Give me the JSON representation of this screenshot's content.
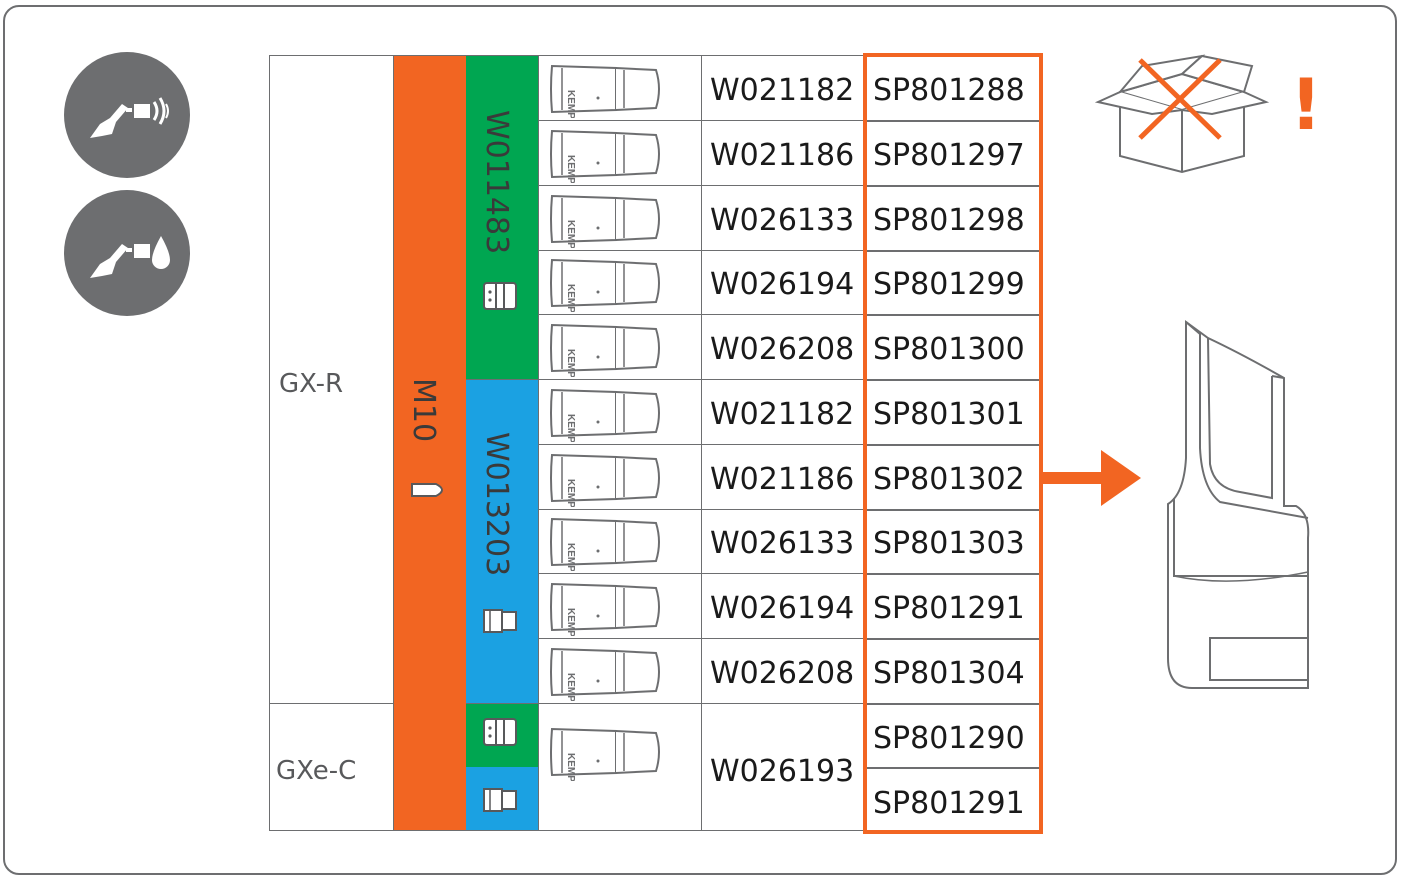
{
  "colors": {
    "orange": "#f26522",
    "green": "#00a651",
    "blue": "#1ba1e2",
    "grey": "#6d6e70"
  },
  "icons": {
    "mode_icons": [
      "torch-wireless-icon",
      "torch-liquid-cooled-icon"
    ]
  },
  "table": {
    "families": [
      {
        "label": "GX-R"
      },
      {
        "label": "GXe-C"
      }
    ],
    "thread_label": "M10",
    "groups": [
      {
        "code": "W011483",
        "color": "green"
      },
      {
        "code": "W013203",
        "color": "blue"
      }
    ],
    "rows": [
      {
        "nozzle": "W021182",
        "sp": "SP801288"
      },
      {
        "nozzle": "W021186",
        "sp": "SP801297"
      },
      {
        "nozzle": "W026133",
        "sp": "SP801298"
      },
      {
        "nozzle": "W026194",
        "sp": "SP801299"
      },
      {
        "nozzle": "W026208",
        "sp": "SP801300"
      },
      {
        "nozzle": "W021182",
        "sp": "SP801301"
      },
      {
        "nozzle": "W021186",
        "sp": "SP801302"
      },
      {
        "nozzle": "W026133",
        "sp": "SP801303"
      },
      {
        "nozzle": "W026194",
        "sp": "SP801291"
      },
      {
        "nozzle": "W026208",
        "sp": "SP801304"
      }
    ],
    "gxe_row": {
      "nozzle": "W026193",
      "sp1": "SP801290",
      "sp2": "SP801291"
    },
    "nozzle_brand": "KEMPPI"
  },
  "warning": {
    "mark": "!"
  }
}
